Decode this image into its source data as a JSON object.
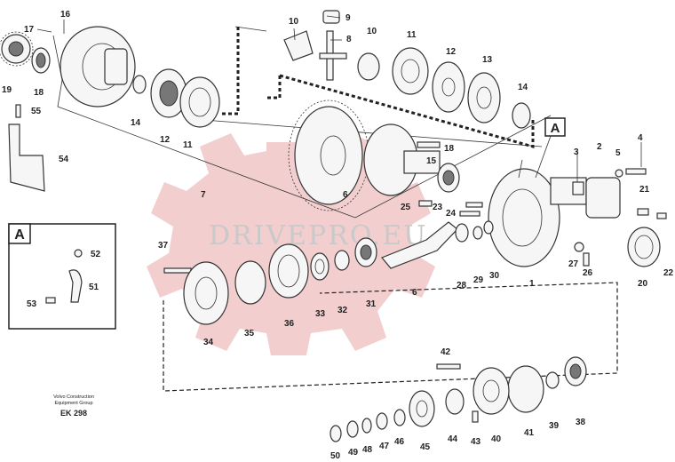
{
  "watermark": "DRIVEPRO.EU",
  "credit": {
    "line1": "Volvo Construction",
    "line2": "Equipment Group",
    "code": "EK 298"
  },
  "detail_label": "A",
  "callout_labels": [
    "A"
  ],
  "part_numbers": [
    "1",
    "2",
    "3",
    "4",
    "5",
    "6",
    "6",
    "7",
    "8",
    "9",
    "10",
    "10",
    "11",
    "11",
    "12",
    "12",
    "13",
    "14",
    "14",
    "15",
    "16",
    "17",
    "18",
    "18",
    "19",
    "20",
    "21",
    "22",
    "23",
    "24",
    "25",
    "26",
    "27",
    "28",
    "29",
    "30",
    "31",
    "32",
    "33",
    "34",
    "35",
    "36",
    "37",
    "38",
    "39",
    "40",
    "41",
    "42",
    "43",
    "44",
    "45",
    "46",
    "47",
    "48",
    "49",
    "50",
    "51",
    "52",
    "53",
    "54",
    "55"
  ],
  "colors": {
    "gear_watermark": "#e8a5a5",
    "ink": "#222222"
  }
}
